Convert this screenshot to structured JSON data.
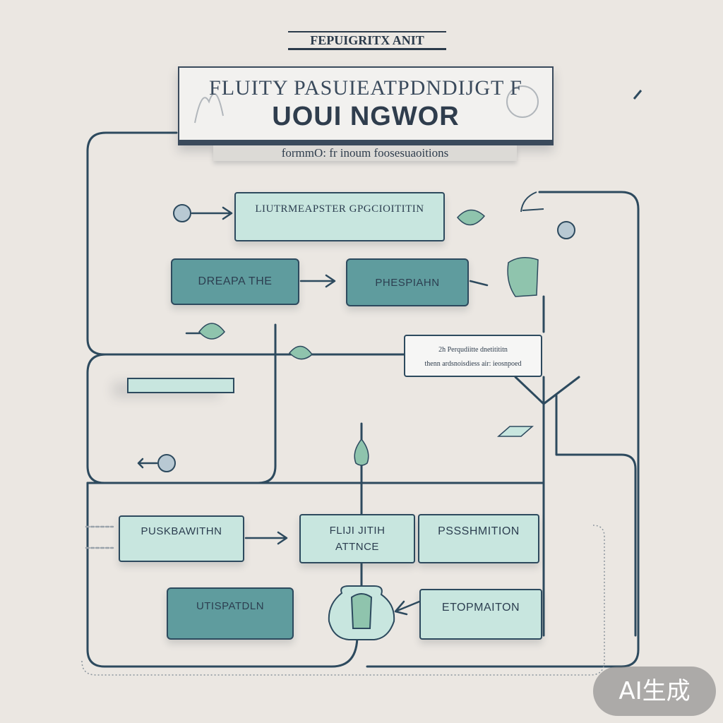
{
  "diagram": {
    "top_label": "FEPUIGRITX ANIT",
    "banner_title": "FLUITY PASUIEATPDNDIJGT F",
    "banner_heading": "UOUI NGWOR",
    "subtitle": "formmO: fr inoum foosesuaoitions",
    "nodes": {
      "top_process": "LIUTRMEAPSTER GPGCIOITITIN",
      "dark_left": "DREAPA THE",
      "dark_right": "PHESPIAHN",
      "note_line1": "2h Perqudiitte dnetitititn",
      "note_line2": "thenn ardsnoisdiess air: ieosnpoed",
      "bottom_left": "PUSKBAWITHN",
      "bottom_mid_line1": "FLIJI JITIH",
      "bottom_mid_line2": "ATTNCE",
      "bottom_right": "PSSSHMITION",
      "bottom_dark": "UTISPATDLN",
      "bottom_last": "ETOPMAITON"
    }
  },
  "watermark": "AI生成",
  "colors": {
    "background": "#ebe7e2",
    "line": "#2d4a5e",
    "teal_dark": "#5f9c9e",
    "teal_light": "#c8e6df",
    "accent_green": "#8fc4ad"
  }
}
